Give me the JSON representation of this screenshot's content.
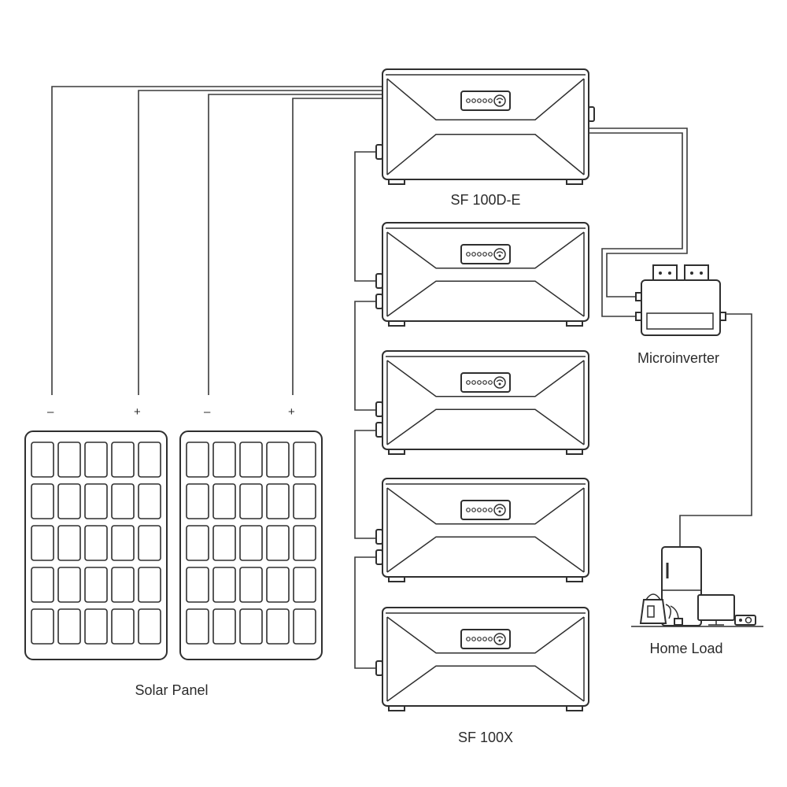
{
  "labels": {
    "master_unit": "SF 100D-E",
    "battery_stack": "SF 100X",
    "microinverter": "Microinverter",
    "home_load": "Home Load",
    "solar_panel": "Solar Panel"
  },
  "polarity": {
    "panel1_negative": "–",
    "panel1_positive": "+",
    "panel2_negative": "–",
    "panel2_positive": "+"
  },
  "colors": {
    "line": "#2f2f2f",
    "background": "#ffffff"
  },
  "components": {
    "battery_modules": 4,
    "solar_panel_count": 2,
    "panel_grid": "5x5",
    "icons": [
      "solar-panel-icon",
      "power-station-icon",
      "battery-module-icon",
      "microinverter-icon",
      "home-appliances-icon",
      "wifi-icon",
      "battery-level-dots-icon"
    ]
  }
}
